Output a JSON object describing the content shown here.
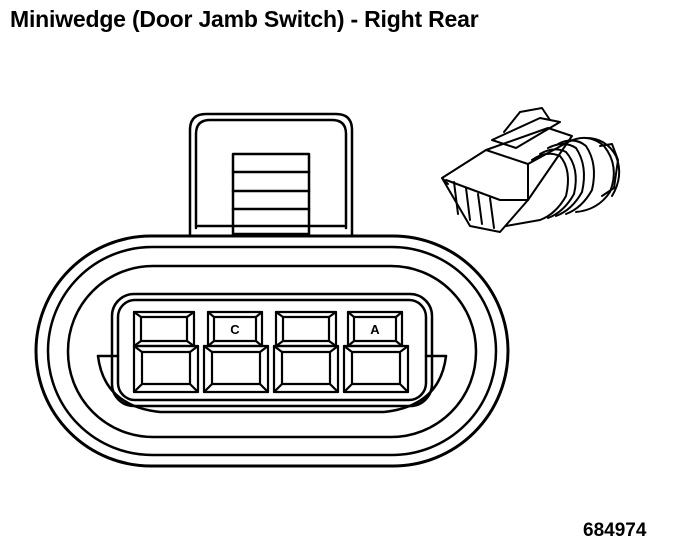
{
  "title": "Miniwedge (Door Jamb Switch) - Right Rear",
  "figure_number": "684974",
  "cavities": [
    {
      "label": ""
    },
    {
      "label": "C"
    },
    {
      "label": ""
    },
    {
      "label": "A"
    }
  ]
}
